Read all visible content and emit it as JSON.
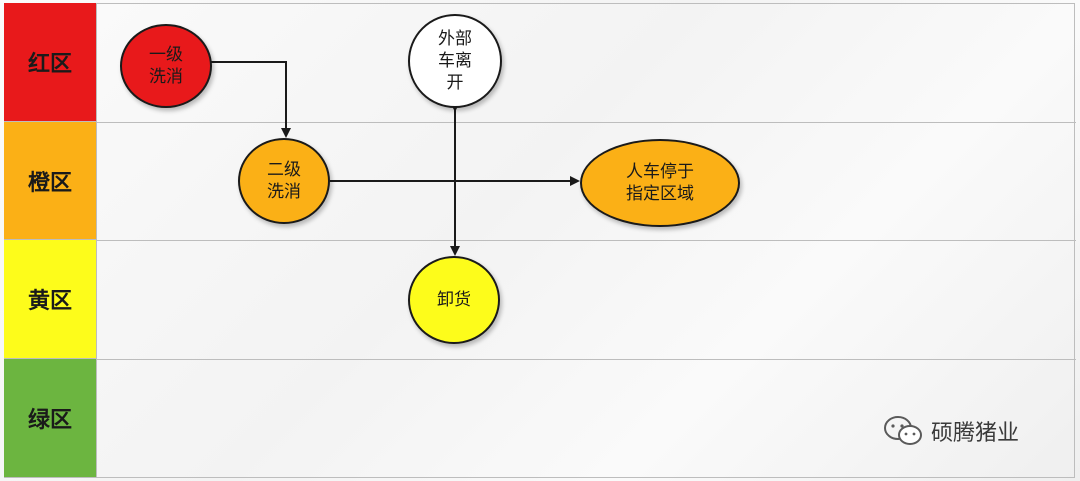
{
  "zones": [
    {
      "label": "红区",
      "color": "#e8191b"
    },
    {
      "label": "橙区",
      "color": "#fbb016"
    },
    {
      "label": "黄区",
      "color": "#fdfc1b"
    },
    {
      "label": "绿区",
      "color": "#6cb540"
    }
  ],
  "nodes": {
    "wash1": {
      "label": "一级\n洗消",
      "color": "#e8191b"
    },
    "exit": {
      "label": "外部\n车离\n开",
      "color": "#ffffff"
    },
    "wash2": {
      "label": "二级\n洗消",
      "color": "#fbb016"
    },
    "park": {
      "label": "人车停于\n指定区域",
      "color": "#fbb016"
    },
    "unload": {
      "label": "卸货",
      "color": "#fdfc1b"
    }
  },
  "watermark": {
    "icon": "wechat-icon",
    "text": "硕腾猪业"
  }
}
